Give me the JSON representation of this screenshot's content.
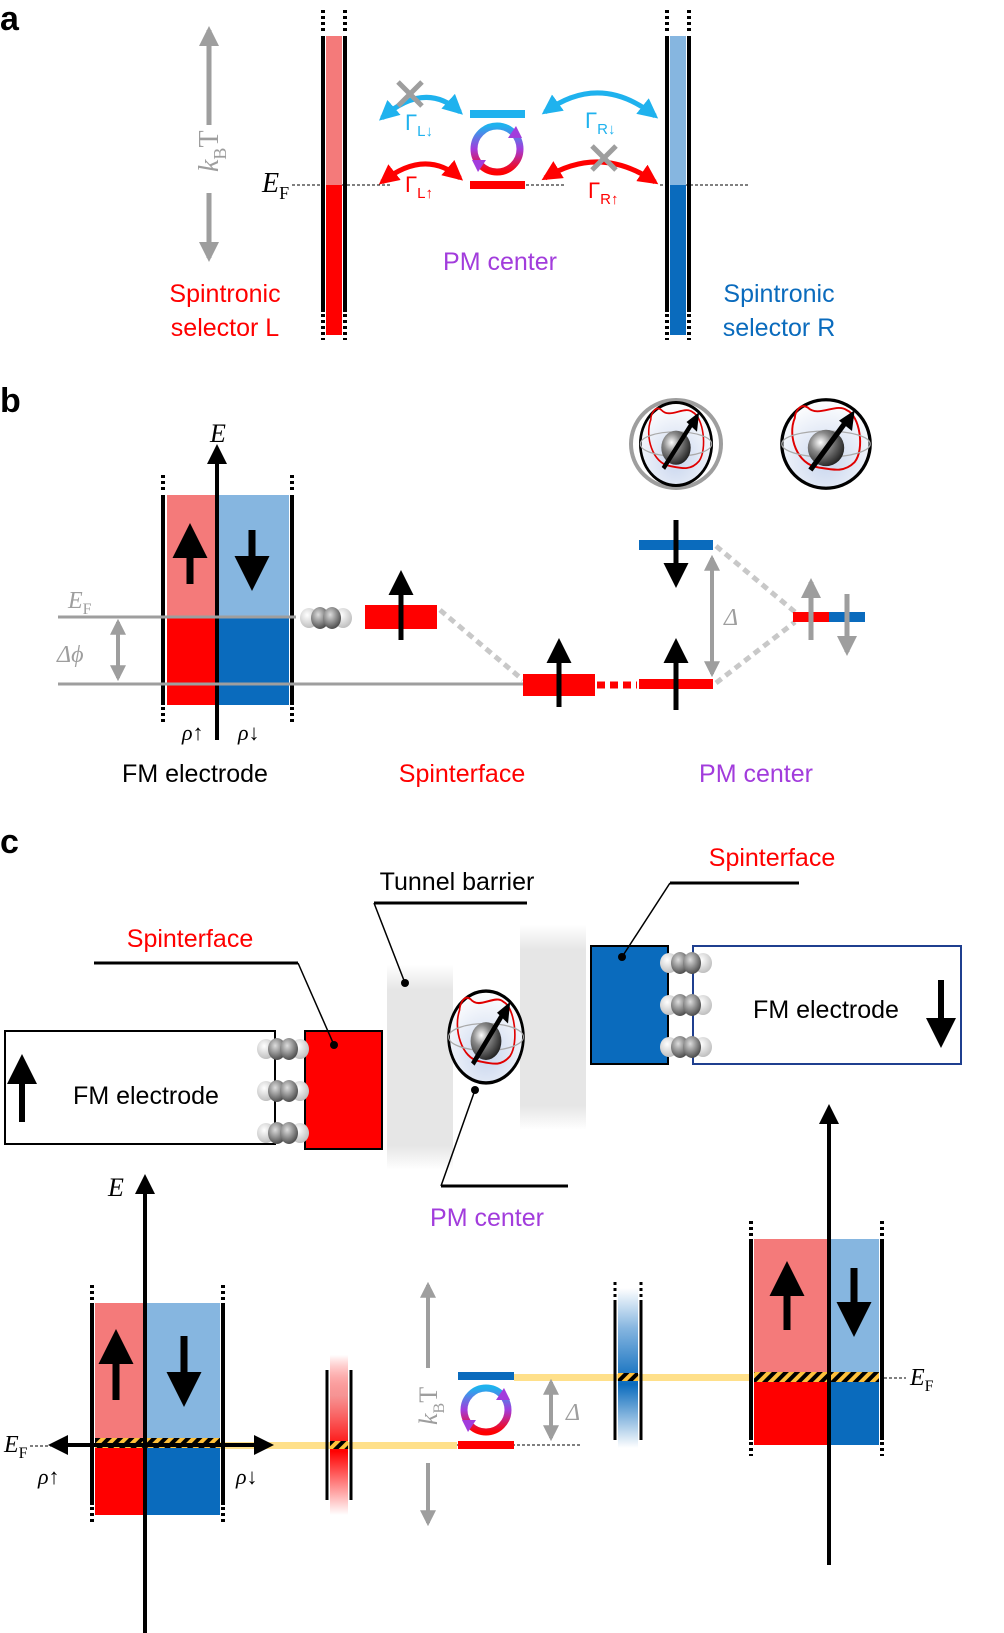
{
  "colors": {
    "red": "#ff0000",
    "light_red": "#f47a7a",
    "blue": "#0a6bbd",
    "light_blue": "#86b6e0",
    "cyan": "#1fb2ee",
    "purple": "#a23cdc",
    "gray": "#9e9e9e",
    "yellow": "#ffd24d",
    "black": "#000000"
  },
  "panel_a": {
    "label": "a",
    "kbt": {
      "k": "k",
      "sub": "B",
      "t": "T"
    },
    "ef": {
      "e": "E",
      "sub": "F"
    },
    "gamma_l_down": {
      "g": "Γ",
      "sub": "L↓"
    },
    "gamma_l_up": {
      "g": "Γ",
      "sub": "L↑"
    },
    "gamma_r_down": {
      "g": "Γ",
      "sub": "R↓"
    },
    "gamma_r_up": {
      "g": "Γ",
      "sub": "R↑"
    },
    "pm_center": "PM center",
    "selector_l": [
      "Spintronic",
      "selector L"
    ],
    "selector_r": [
      "Spintronic",
      "selector R"
    ]
  },
  "panel_b": {
    "label": "b",
    "e_axis": "E",
    "ef": {
      "e": "E",
      "sub": "F"
    },
    "delta_phi": "Δϕ",
    "delta": "Δ",
    "rho_up": "ρ↑",
    "rho_down": "ρ↓",
    "fm_electrode": "FM electrode",
    "spinterface": "Spinterface",
    "pm_center": "PM center"
  },
  "panel_c": {
    "label": "c",
    "spinterface_left": "Spinterface",
    "spinterface_right": "Spinterface",
    "tunnel_barrier": "Tunnel barrier",
    "fm_electrode_left": "FM electrode",
    "fm_electrode_right": "FM electrode",
    "pm_center": "PM center",
    "e_axis": "E",
    "ef_left": {
      "e": "E",
      "sub": "F"
    },
    "ef_right": {
      "e": "E",
      "sub": "F"
    },
    "rho_up": "ρ↑",
    "rho_down": "ρ↓",
    "kbt": {
      "k": "k",
      "sub": "B",
      "t": "T"
    },
    "delta": "Δ"
  }
}
